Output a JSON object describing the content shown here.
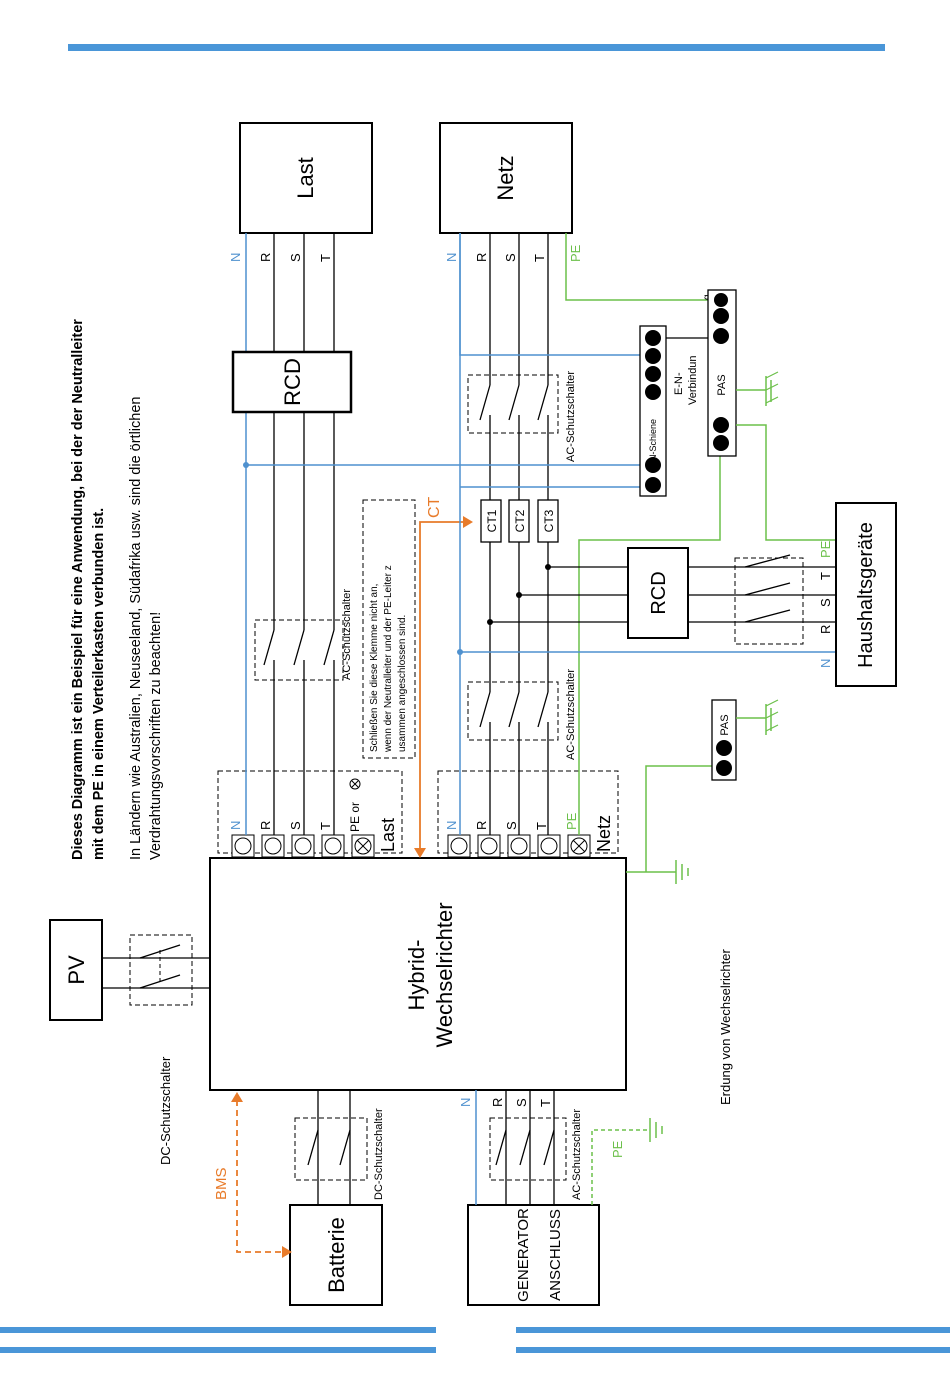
{
  "colors": {
    "header_bar": "#4a96d8",
    "neutral": "#4f91cf",
    "earth": "#6cc04a",
    "signal": "#e87b2a",
    "line": "#000000"
  },
  "note": {
    "bold_line1": "Dieses Diagramm ist ein Beispiel für eine Anwendung, bei der der Neutralleiter",
    "bold_line2": "mit dem PE in einem Verteilerkasten verbunden ist.",
    "line3": "In Ländern wie Australien, Neuseeland, Südafrika usw. sind die örtlichen",
    "line4": "Verdrahtungsvorschriften zu beachten!"
  },
  "boxes": {
    "pv": "PV",
    "inverter_line1": "Hybrid-",
    "inverter_line2": "Wechselrichter",
    "battery": "Batterie",
    "generator_line1": "GENERATOR",
    "generator_line2": "ANSCHLUSS",
    "load": "Last",
    "grid": "Netz",
    "household": "Haushaltsgeräte",
    "rcd_load": "RCD",
    "rcd_household": "RCD",
    "ct1": "CT1",
    "ct2": "CT2",
    "ct3": "CT3"
  },
  "labels": {
    "dc_breaker_pv": "DC-Schutzschalter",
    "dc_breaker_batt": "DC-Schutzschalter",
    "ac_breaker_gen": "AC-Schutzschalter",
    "ac_breaker_load": "AC-Schutzschalter",
    "ac_breaker_grid_in": "AC-Schutzschalter",
    "ac_breaker_grid_top": "AC-Schutzschalter",
    "bms": "BMS",
    "ct": "CT",
    "pe": "PE",
    "n": "N",
    "r": "R",
    "s": "S",
    "t": "T",
    "pe_or": "PE or",
    "last_port": "Last",
    "netz_port": "Netz",
    "earth_inverter": "Erdung von Wechselrichter",
    "n_schiene": "N-Schiene",
    "en_line1": "E-N-",
    "en_line2": "Verbindun",
    "en_line3": "g",
    "pas": "PAS",
    "warn_line1": "Schließen Sie diese Klemme nicht an,",
    "warn_line2": "wenn der Neutralleiter und der PE-Leiter z",
    "warn_line3": "usammen angeschlossen sind."
  }
}
